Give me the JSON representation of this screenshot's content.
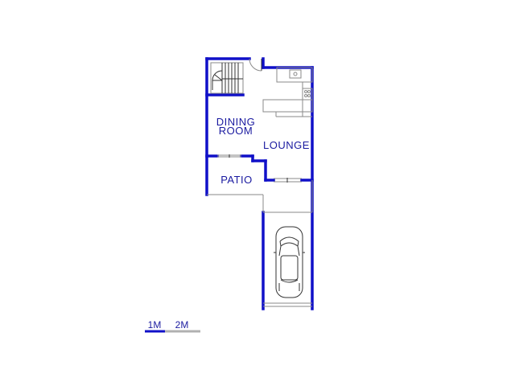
{
  "rooms": {
    "dining_line1": "DINING",
    "dining_line2": "ROOM",
    "lounge": "LOUNGE",
    "patio": "PATIO"
  },
  "scale": {
    "label_1m": "1M",
    "label_2m": "2M"
  },
  "colors": {
    "wall": "#1010c8",
    "label": "#1a1aa0",
    "fixture": "#8a8a8a"
  }
}
